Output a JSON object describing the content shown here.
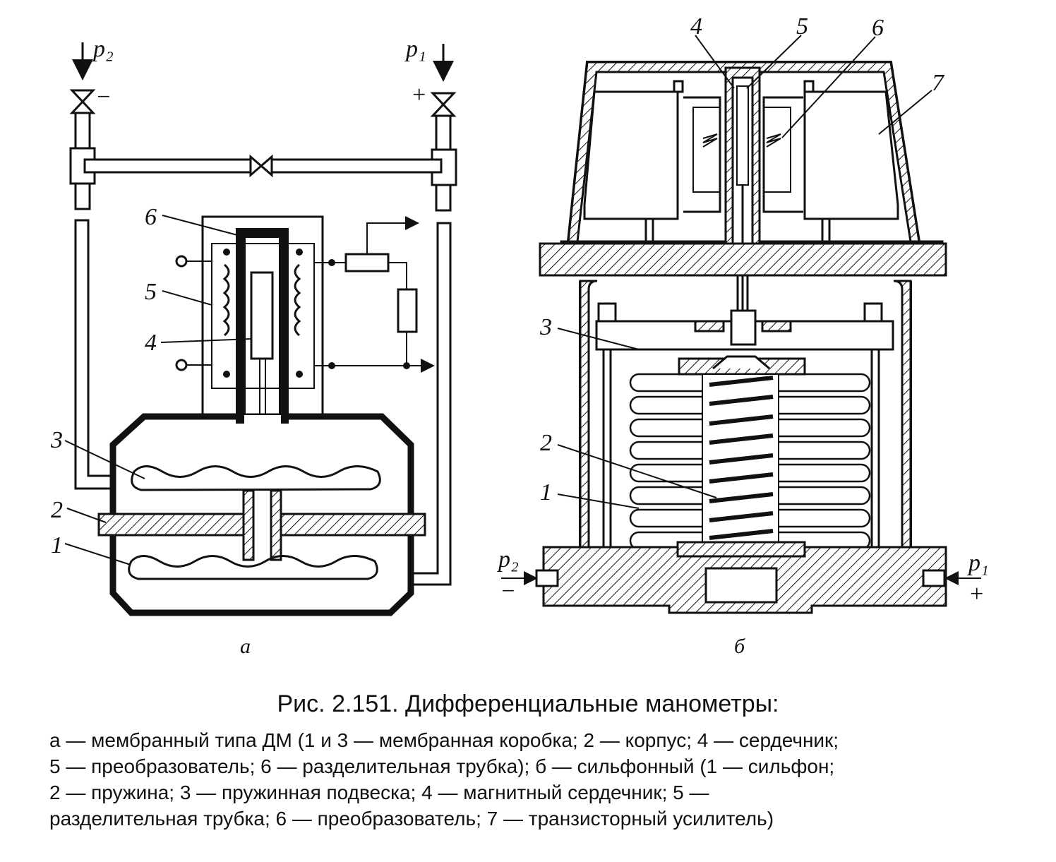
{
  "diagram_a": {
    "pressure_minus_label": "p₂",
    "pressure_minus_sign": "−",
    "pressure_plus_label": "p₁",
    "pressure_plus_sign": "+",
    "part_labels": [
      "1",
      "2",
      "3",
      "4",
      "5",
      "6"
    ],
    "sublabel": "а"
  },
  "diagram_b": {
    "part_labels": [
      "1",
      "2",
      "3",
      "4",
      "5",
      "6",
      "7"
    ],
    "pressure_left_label": "p₂",
    "pressure_left_sign": "−",
    "pressure_right_label": "p₁",
    "pressure_right_sign": "+",
    "sublabel": "б"
  },
  "caption": {
    "title": "Рис. 2.151. Дифференциальные манометры:",
    "lines": [
      "а — мембранный типа ДМ (1 и 3 — мембранная коробка; 2 — корпус; 4 — сердечник;",
      "5 — преобразователь; 6 — разделительная трубка); б — сильфонный (1 — сильфон;",
      "2 — пружина; 3 — пружинная подвеска; 4 — магнитный сердечник; 5 —",
      "разделительная трубка; 6 — преобразователь; 7 — транзисторный усилитель)"
    ]
  }
}
